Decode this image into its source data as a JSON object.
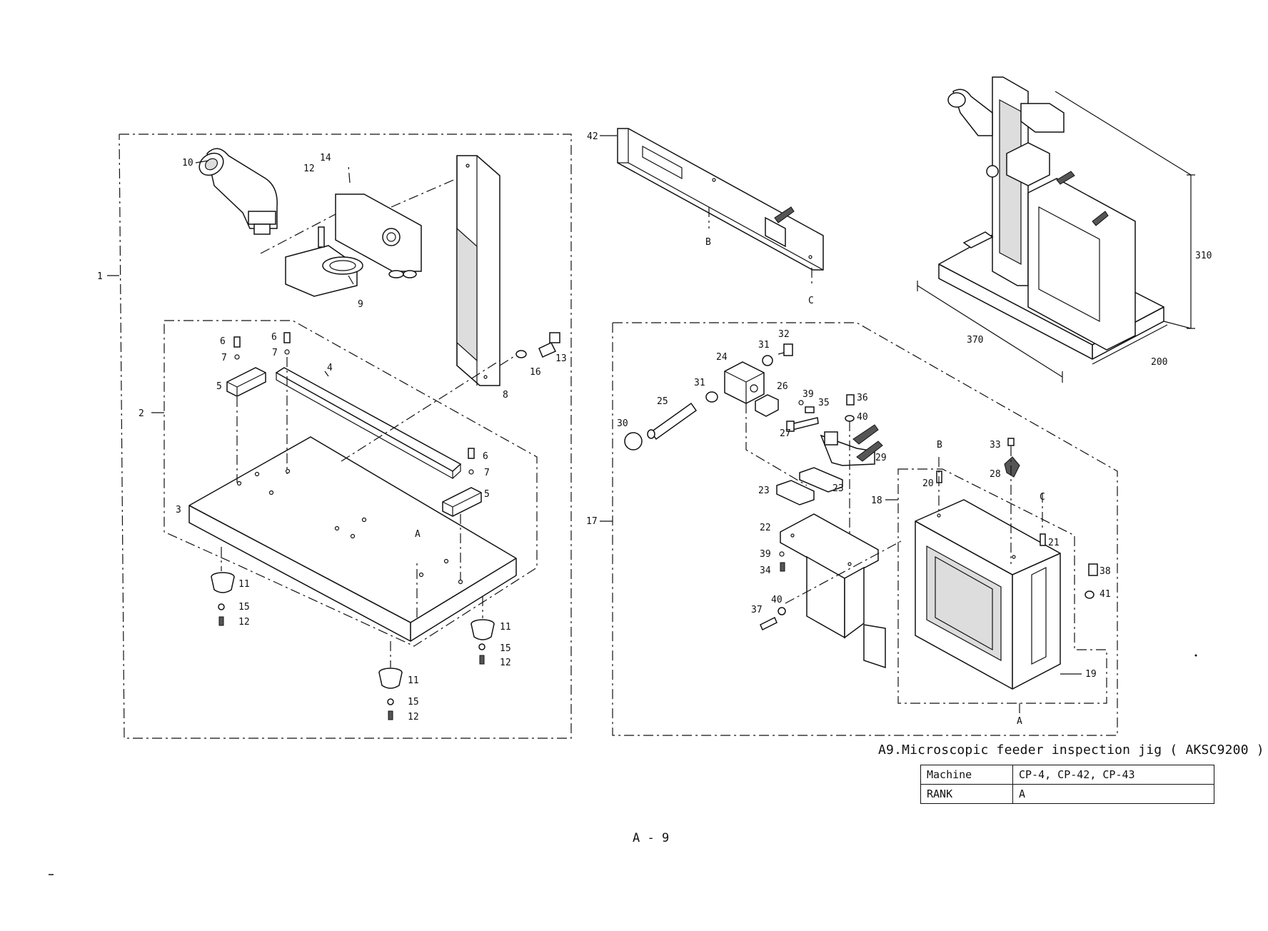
{
  "caption": "A9.Microscopic feeder inspection jig ( AKSC9200 )",
  "info_table": [
    {
      "key": "Machine",
      "value": "CP-4, CP-42, CP-43"
    },
    {
      "key": "RANK",
      "value": "A"
    }
  ],
  "page_number": "A - 9",
  "callouts": {
    "p1": "1",
    "p2": "2",
    "p3": "3",
    "p4": "4",
    "p5a": "5",
    "p5b": "5",
    "p6a": "6",
    "p6b": "6",
    "p6c": "6",
    "p7a": "7",
    "p7b": "7",
    "p7c": "7",
    "p8": "8",
    "p9": "9",
    "p10": "10",
    "p11a": "11",
    "p11b": "11",
    "p11c": "11",
    "p12a": "12",
    "p12b": "12",
    "p12c": "12",
    "p12d": "12",
    "p13": "13",
    "p14": "14",
    "p15a": "15",
    "p15b": "15",
    "p15c": "15",
    "p16": "16",
    "p17": "17",
    "p18": "18",
    "p19": "19",
    "p20": "20",
    "p21": "21",
    "p22": "22",
    "p23a": "23",
    "p23b": "23",
    "p24": "24",
    "p25": "25",
    "p26": "26",
    "p27": "27",
    "p28": "28",
    "p29": "29",
    "p30": "30",
    "p31a": "31",
    "p31b": "31",
    "p32": "32",
    "p33": "33",
    "p34": "34",
    "p35": "35",
    "p36": "36",
    "p37": "37",
    "p38": "38",
    "p39a": "39",
    "p39b": "39",
    "p40a": "40",
    "p40b": "40",
    "p41": "41",
    "p42": "42",
    "refA1": "A",
    "refA2": "A",
    "refB1": "B",
    "refB2": "B",
    "refC1": "C",
    "refC2": "C"
  },
  "dimensions": {
    "height": "310",
    "length": "370",
    "width": "200"
  }
}
